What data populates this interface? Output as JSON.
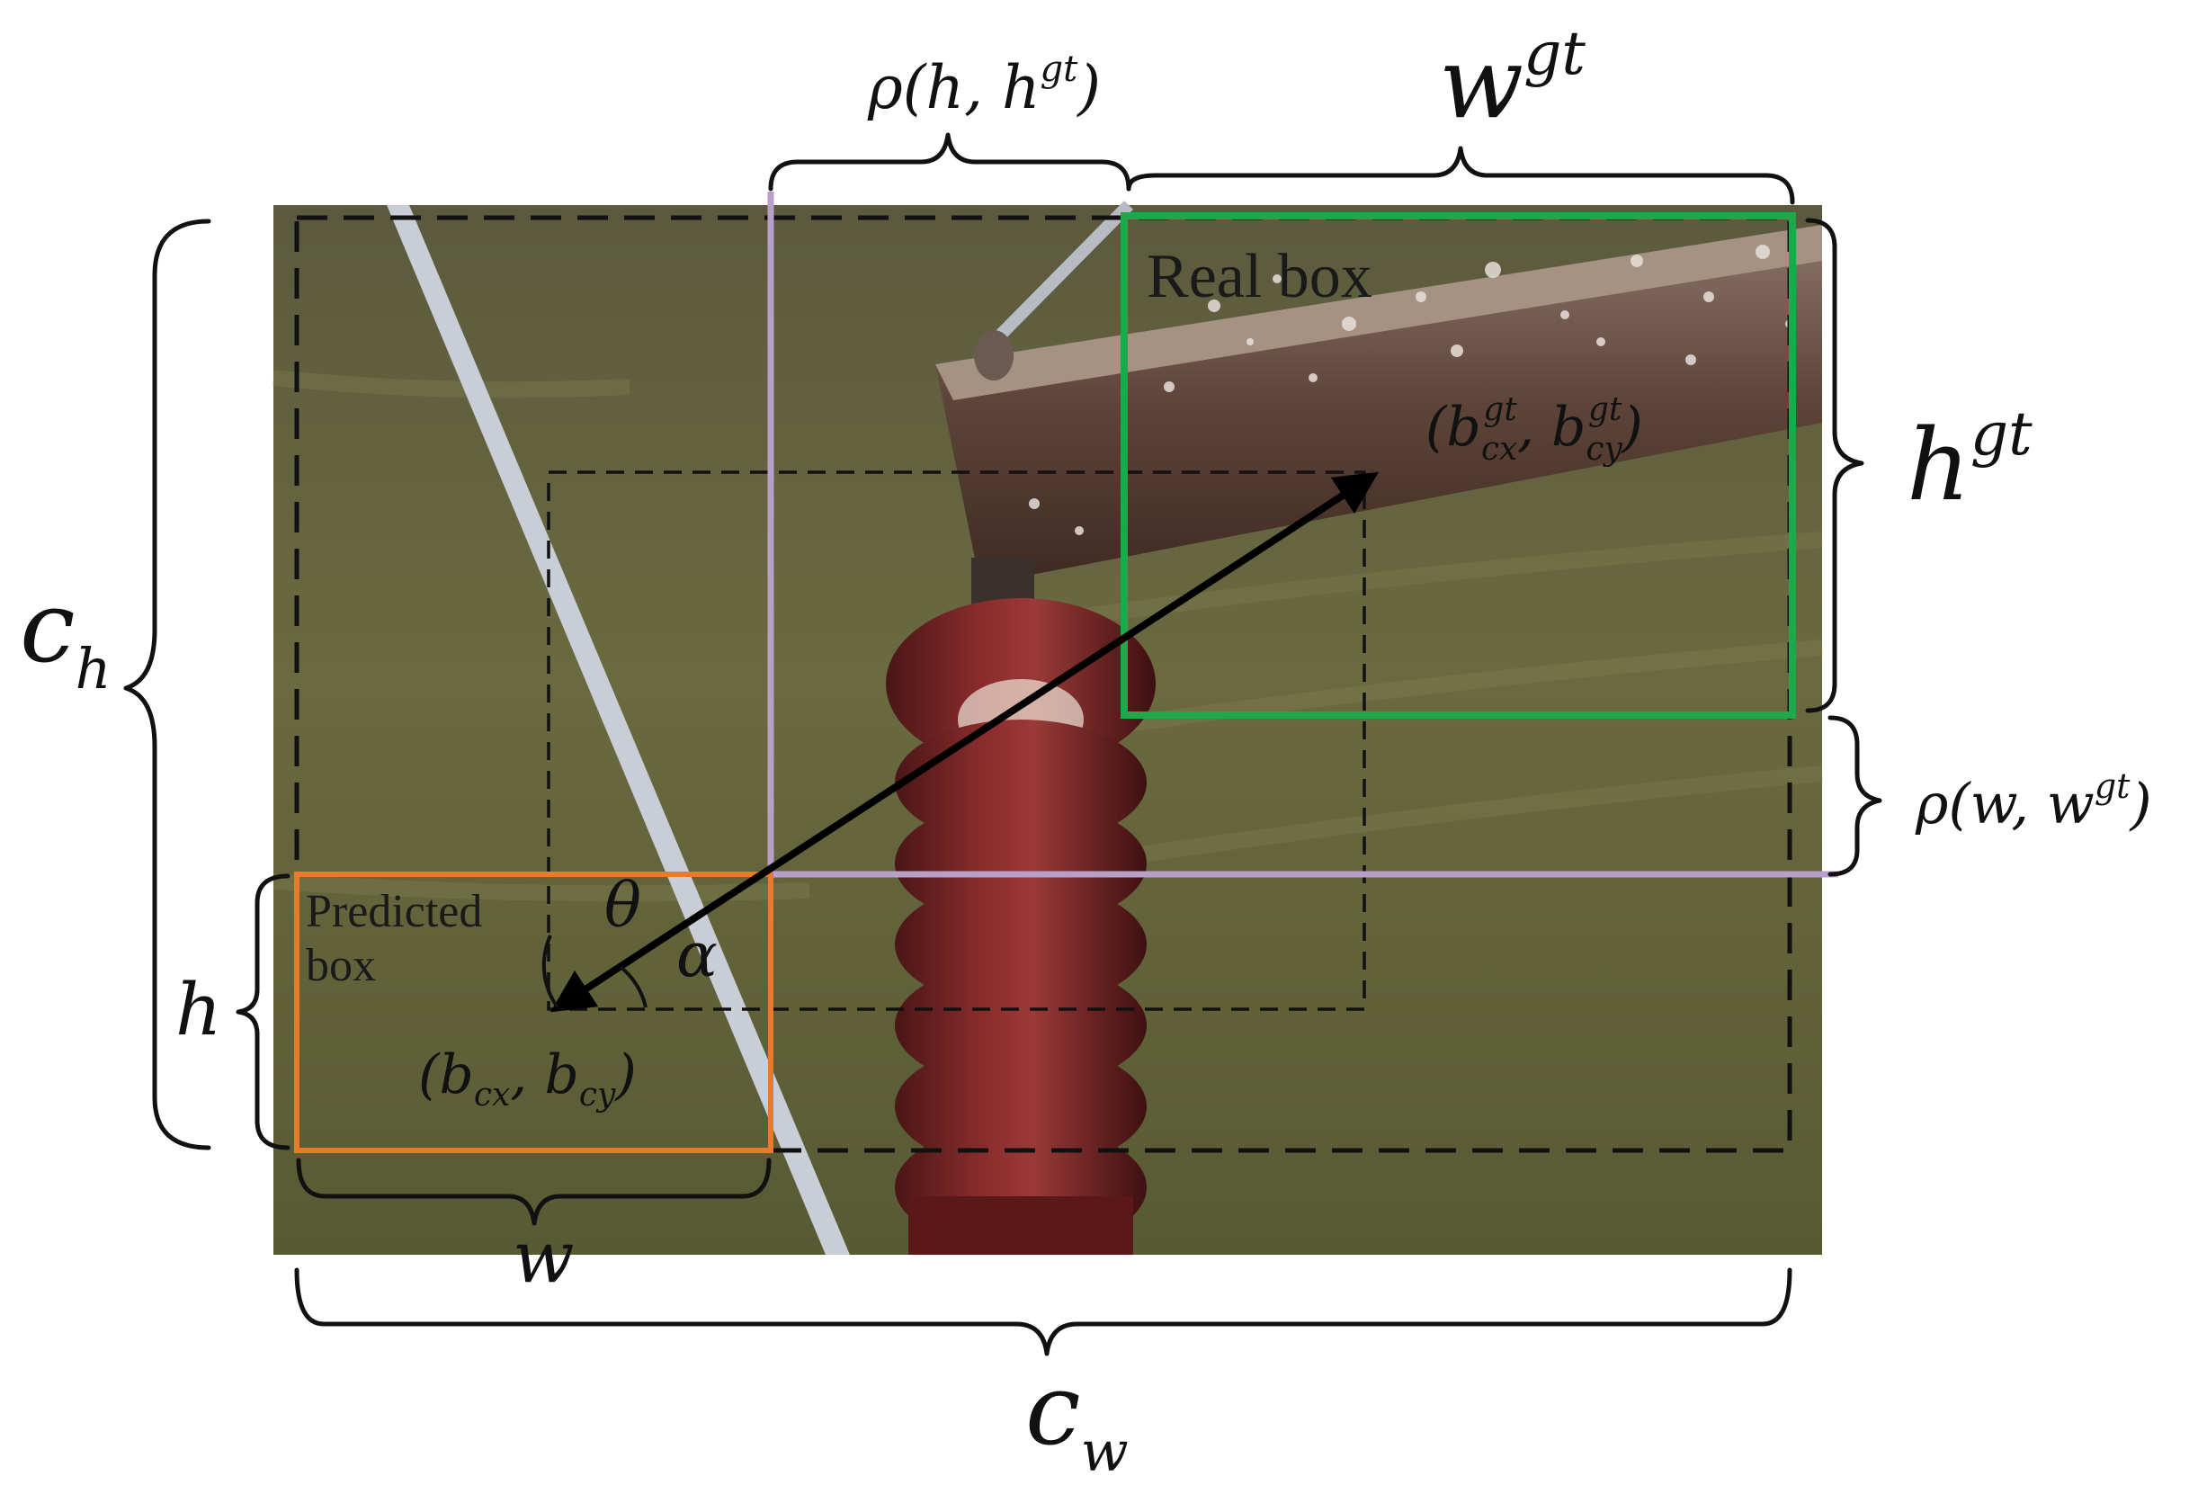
{
  "labels": {
    "rho_h": "ρ(h, h",
    "rho_h_sup": "gt",
    "rho_h_close": ")",
    "w_gt": "w",
    "w_gt_sup": "gt",
    "h_gt": "h",
    "h_gt_sup": "gt",
    "c_h": "c",
    "c_h_sub": "h",
    "c_w": "c",
    "c_w_sub": "w",
    "h": "h",
    "w": "w",
    "rho_w": "ρ(w, w",
    "rho_w_sup": "gt",
    "rho_w_close": ")",
    "real_box": "Real box",
    "predicted_box_line1": "Predicted",
    "predicted_box_line2": "box",
    "gt_center": "(b",
    "gt_center_sub1": "cx",
    "gt_center_sup1": "gt",
    "gt_center_mid": ", b",
    "gt_center_sub2": "cy",
    "gt_center_sup2": "gt",
    "gt_center_close": ")",
    "pred_center": "(b",
    "pred_center_sub1": "cx",
    "pred_center_mid": ", b",
    "pred_center_sub2": "cy",
    "pred_center_close": ")",
    "theta": "θ",
    "alpha": "α"
  },
  "colors": {
    "real_box": "#1fa84a",
    "predicted_box": "#e87a2a",
    "distance_guides": "#b89fc9",
    "enclosing_box": "#111111",
    "center_arrow": "#000000"
  },
  "photo": {
    "subject": "porcelain insulator on rusty steel crossarm",
    "icons": [
      "insulator-photo",
      "steel-wire",
      "crossarm"
    ]
  }
}
